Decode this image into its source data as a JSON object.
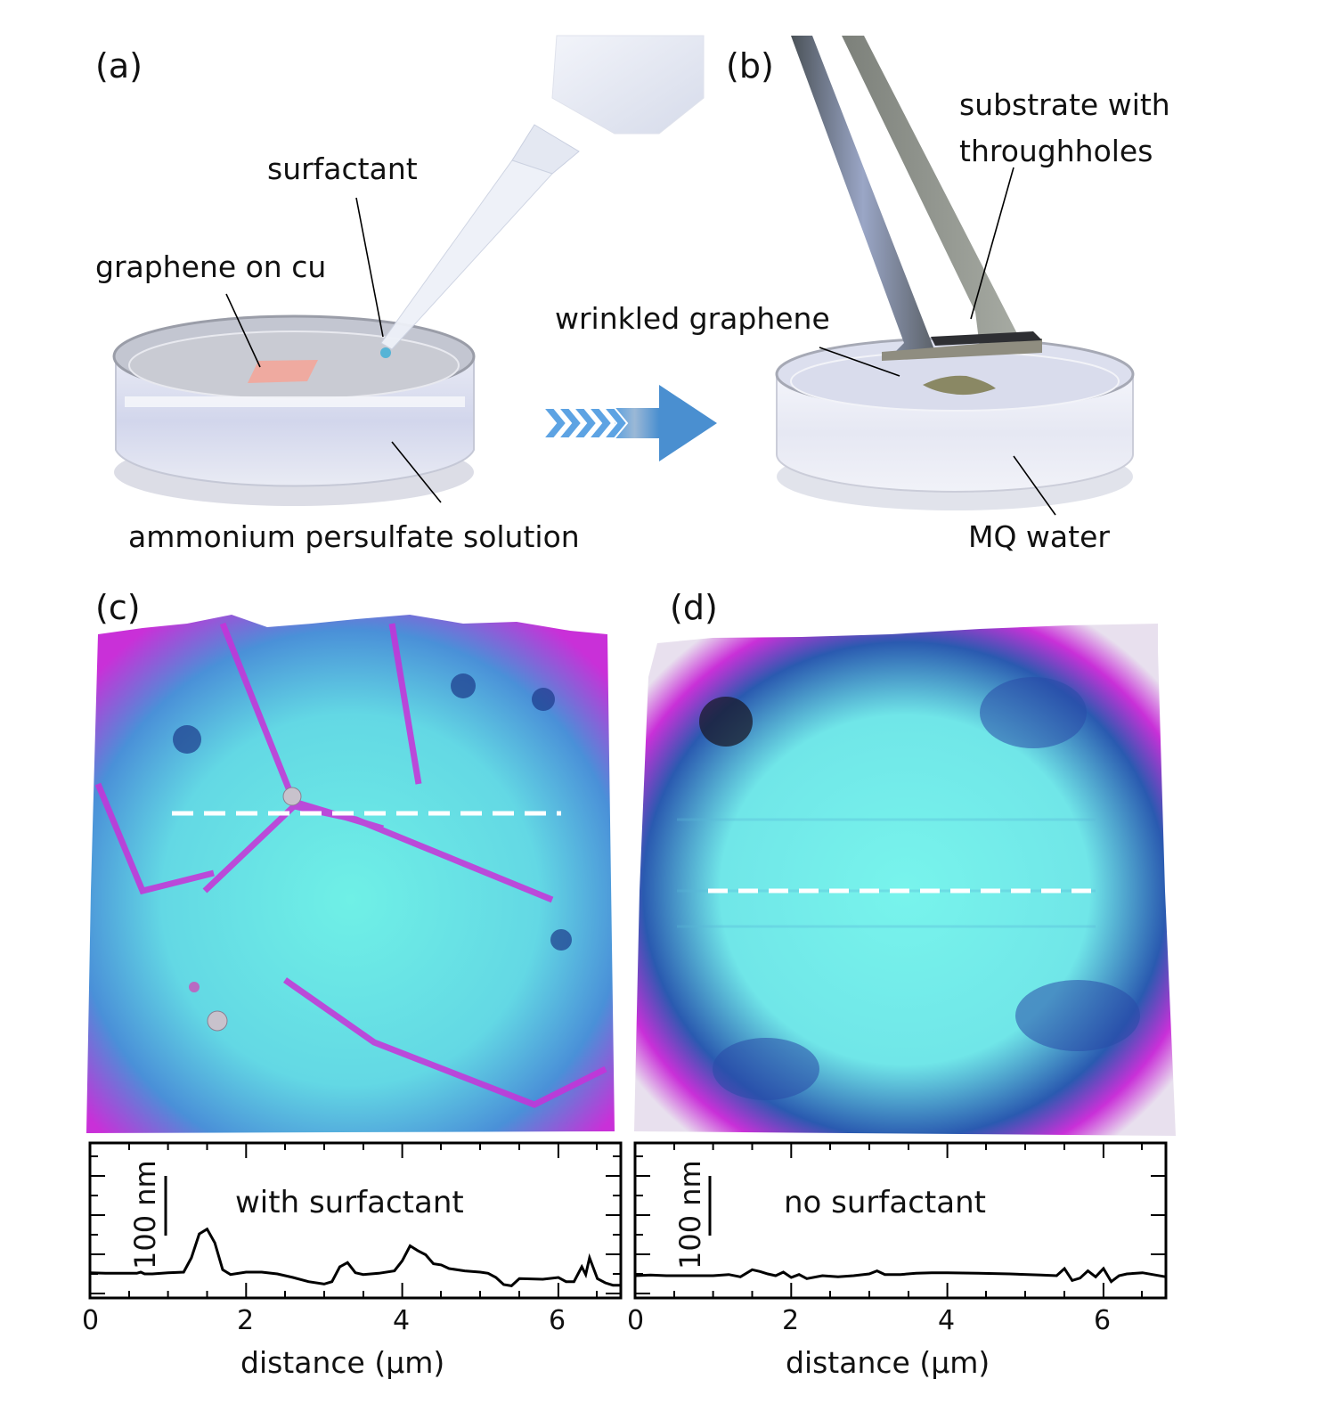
{
  "panels": {
    "a": {
      "label": "(a)",
      "callouts": {
        "surfactant": "surfactant",
        "graphene_on_cu": "graphene on cu",
        "solution": "ammonium persulfate solution"
      }
    },
    "b": {
      "label": "(b)",
      "callouts": {
        "substrate_line1": "substrate with",
        "substrate_line2": "throughholes",
        "wrinkled": "wrinkled graphene",
        "water": "MQ water"
      }
    },
    "c": {
      "label": "(c)",
      "annotation": "with surfactant",
      "scale_bar": "100 nm",
      "xlabel": "distance (μm)"
    },
    "d": {
      "label": "(d)",
      "annotation": "no surfactant",
      "scale_bar": "100 nm",
      "xlabel": "distance (μm)"
    }
  },
  "colors": {
    "arrow_blue": "#4a8fd0",
    "afm_cyan": "#6ff0e6",
    "afm_magenta": "#c930d8",
    "afm_blue": "#2a5ab0",
    "cu_pink": "#efaaa0"
  },
  "chart_data": [
    {
      "type": "line",
      "title": "with surfactant",
      "xlabel": "distance (μm)",
      "ylabel": "height (scale bar 100 nm)",
      "xlim": [
        0,
        6.8
      ],
      "xticks": [
        0,
        2,
        4,
        6
      ],
      "grid": false,
      "series": [
        {
          "name": "with surfactant profile",
          "x": [
            0,
            0.2,
            0.4,
            0.6,
            0.65,
            0.7,
            0.8,
            1.0,
            1.2,
            1.3,
            1.4,
            1.5,
            1.6,
            1.7,
            1.8,
            2.0,
            2.2,
            2.4,
            2.6,
            2.8,
            3.0,
            3.1,
            3.2,
            3.3,
            3.4,
            3.5,
            3.7,
            3.9,
            4.0,
            4.1,
            4.2,
            4.3,
            4.4,
            4.5,
            4.6,
            4.8,
            5.0,
            5.1,
            5.2,
            5.3,
            5.4,
            5.5,
            5.8,
            6.0,
            6.1,
            6.2,
            6.3,
            6.35,
            6.4,
            6.5,
            6.6,
            6.7,
            6.8
          ],
          "y": [
            5,
            4,
            4,
            4,
            6,
            3,
            3,
            5,
            6,
            30,
            70,
            78,
            55,
            10,
            2,
            6,
            6,
            3,
            -3,
            -10,
            -14,
            -10,
            15,
            22,
            5,
            2,
            4,
            8,
            25,
            50,
            42,
            35,
            20,
            18,
            12,
            8,
            6,
            4,
            -3,
            -15,
            -17,
            -5,
            -6,
            -3,
            -10,
            -10,
            15,
            2,
            30,
            -5,
            -12,
            -16,
            -16
          ]
        }
      ]
    },
    {
      "type": "line",
      "title": "no surfactant",
      "xlabel": "distance (μm)",
      "ylabel": "height (scale bar 100 nm)",
      "xlim": [
        0,
        6.8
      ],
      "xticks": [
        0,
        2,
        4,
        6
      ],
      "grid": false,
      "series": [
        {
          "name": "no surfactant profile",
          "x": [
            0,
            0.2,
            0.4,
            0.6,
            0.8,
            1.0,
            1.2,
            1.35,
            1.5,
            1.6,
            1.7,
            1.8,
            1.9,
            2.0,
            2.1,
            2.2,
            2.4,
            2.6,
            2.8,
            3.0,
            3.1,
            3.2,
            3.4,
            3.6,
            3.8,
            4.0,
            4.4,
            4.8,
            5.2,
            5.4,
            5.5,
            5.6,
            5.7,
            5.8,
            5.9,
            6.0,
            6.1,
            6.2,
            6.3,
            6.5,
            6.8
          ],
          "y": [
            0,
            1,
            0,
            0,
            0,
            0,
            2,
            -2,
            10,
            7,
            3,
            0,
            6,
            -3,
            2,
            -5,
            0,
            -2,
            0,
            3,
            8,
            2,
            2,
            4,
            5,
            5,
            4,
            3,
            1,
            0,
            12,
            -8,
            -4,
            8,
            -2,
            12,
            -10,
            0,
            3,
            5,
            -2
          ]
        }
      ]
    }
  ]
}
